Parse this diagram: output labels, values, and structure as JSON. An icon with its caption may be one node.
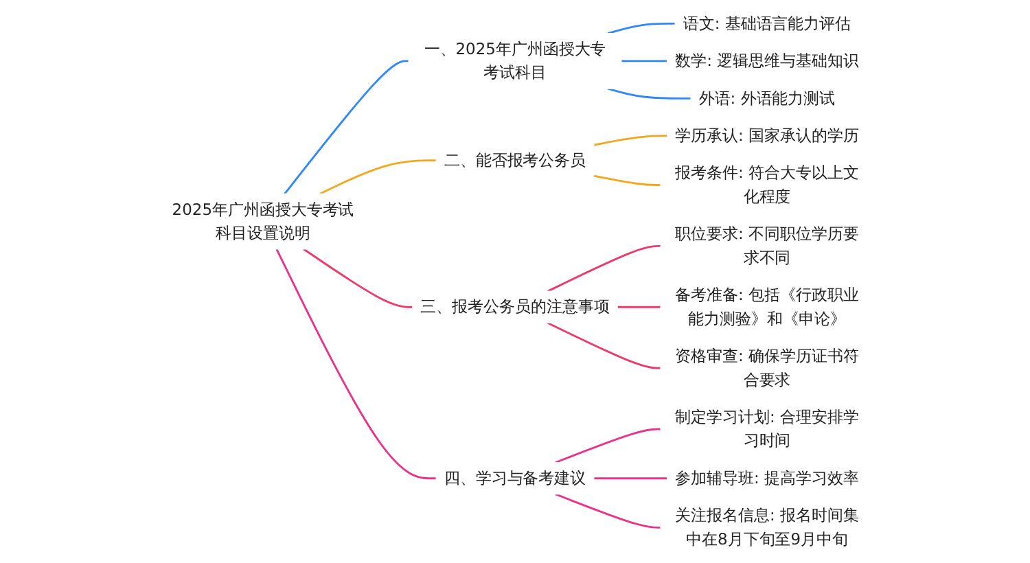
{
  "diagram": {
    "nodes": [
      {
        "text": [
          "2025年广州函授大专考试科目设置说明"
        ]
      },
      {
        "text": [
          "一、2025年广州函授大专考试科目"
        ]
      },
      {
        "text": [
          "语文: 基础语言能力评估"
        ]
      },
      {
        "text": [
          "数学: 逻辑思维与基础知识"
        ]
      },
      {
        "text": [
          "外语: 外语能力测试"
        ]
      },
      {
        "text": [
          "二、能否报考公务员"
        ]
      },
      {
        "text": [
          "学历承认: 国家承认的学历"
        ]
      },
      {
        "text": [
          "报考条件: 符合大专以上文化程度"
        ]
      },
      {
        "text": [
          "三、报考公务员的注意事项"
        ]
      },
      {
        "text": [
          "职位要求: 不同职位学历要求不同"
        ]
      },
      {
        "text": [
          "备考准备: 包括《行政职业能力测验》和《申论》"
        ]
      },
      {
        "text": [
          "资格审查: 确保学历证书符合要求"
        ]
      },
      {
        "text": [
          "四、学习与备考建议"
        ]
      },
      {
        "text": [
          "制定学习计划: 合理安排学习时间"
        ]
      },
      {
        "text": [
          "参加辅导班: 提高学习效率"
        ]
      },
      {
        "text": [
          "关注报名信息: 报名时间集中在8月下旬至9月中旬"
        ]
      }
    ],
    "edges": [
      {
        "from": 0,
        "to": 1,
        "arrow": "none",
        "color": "#2f88f5"
      },
      {
        "from": 1,
        "to": 2,
        "arrow": "none",
        "color": "#2f88f5"
      },
      {
        "from": 1,
        "to": 3,
        "arrow": "none",
        "color": "#2f88f5"
      },
      {
        "from": 1,
        "to": 4,
        "arrow": "none",
        "color": "#2f88f5"
      },
      {
        "from": 0,
        "to": 5,
        "arrow": "none",
        "color": "#f2a81d"
      },
      {
        "from": 5,
        "to": 6,
        "arrow": "none",
        "color": "#f2a81d"
      },
      {
        "from": 5,
        "to": 7,
        "arrow": "none",
        "color": "#f2a81d"
      },
      {
        "from": 0,
        "to": 8,
        "arrow": "none",
        "color": "#ec3b6a"
      },
      {
        "from": 8,
        "to": 9,
        "arrow": "none",
        "color": "#ec3b6a"
      },
      {
        "from": 8,
        "to": 10,
        "arrow": "none",
        "color": "#ec3b6a"
      },
      {
        "from": 8,
        "to": 11,
        "arrow": "none",
        "color": "#ec3b6a"
      },
      {
        "from": 0,
        "to": 12,
        "arrow": "none",
        "color": "#e8338c"
      },
      {
        "from": 12,
        "to": 13,
        "arrow": "none",
        "color": "#e8338c"
      },
      {
        "from": 12,
        "to": 14,
        "arrow": "none",
        "color": "#e8338c"
      },
      {
        "from": 12,
        "to": 15,
        "arrow": "none",
        "color": "#e8338c"
      }
    ]
  }
}
